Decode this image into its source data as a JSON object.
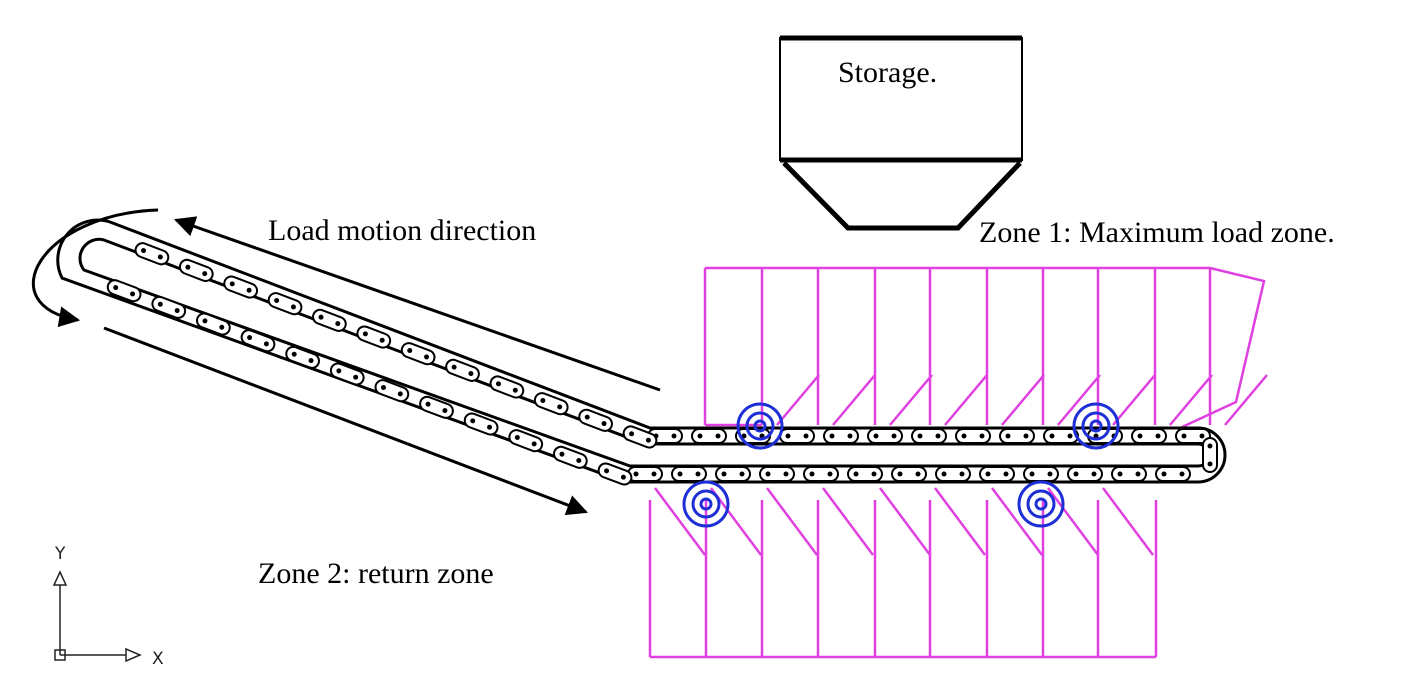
{
  "labels": {
    "storage": "Storage.",
    "load_motion": "Load motion direction",
    "zone1": "Zone 1: Maximum load zone.",
    "zone2": "Zone 2: return zone"
  },
  "axes": {
    "y": "Y",
    "x": "X"
  },
  "colors": {
    "chain": "#000000",
    "scraper": "#e040e0",
    "sprocket": "#1f2fd6",
    "background": "#ffffff"
  }
}
